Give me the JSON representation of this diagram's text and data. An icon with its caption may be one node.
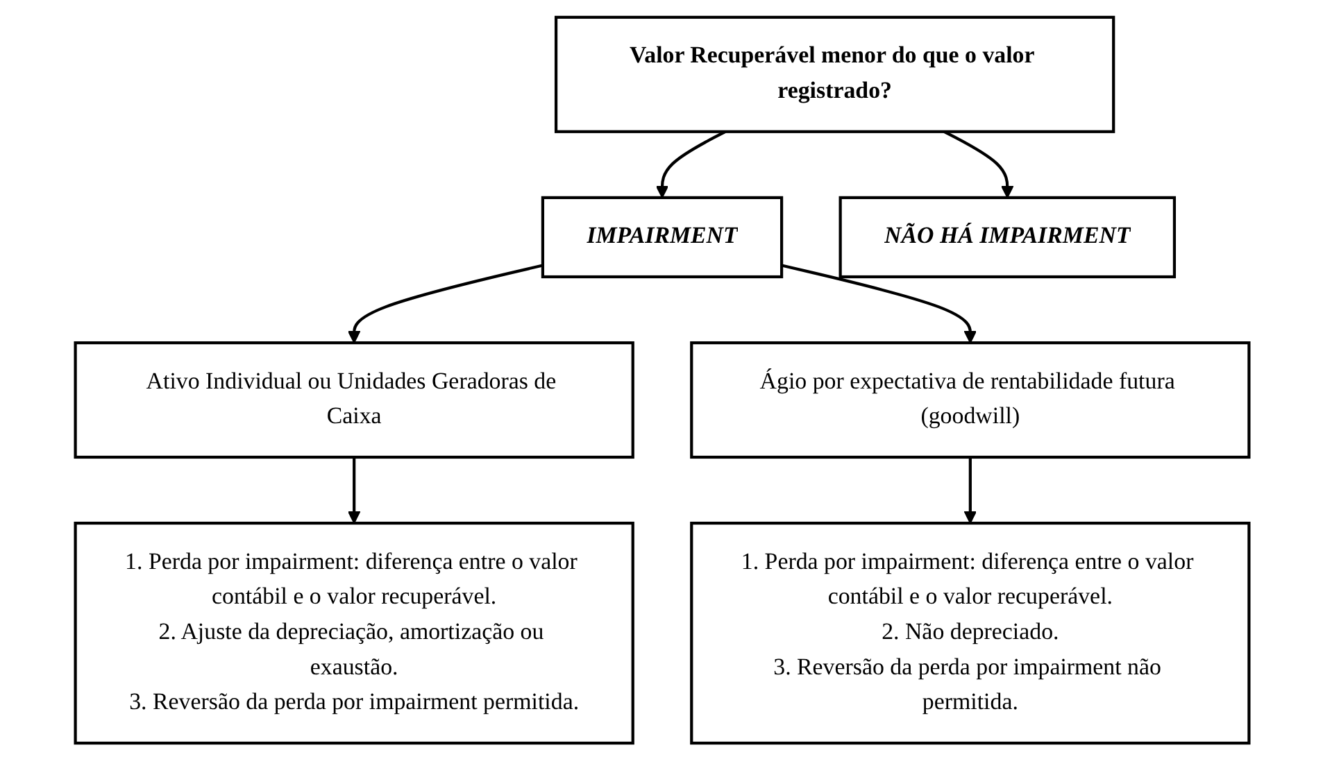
{
  "diagram": {
    "nodes": [
      {
        "text": [
          "Valor Recuperável menor do que o valor registrado?"
        ]
      },
      {
        "text": [
          "IMPAIRMENT"
        ]
      },
      {
        "text": [
          "Ativo Individual ou Unidades Geradoras de Caixa"
        ]
      },
      {
        "text": [
          "Ágio por expectativa de rentabilidade futura (goodwill)"
        ]
      },
      {
        "text": [
          "NÃO HÁ IMPAIRMENT"
        ]
      },
      {
        "text": [
          "1. Perda por impairment: diferença entre o valor contábil e o valor recuperável.",
          "2. Ajuste da depreciação, amortização ou exaustão.",
          "3. Reversão da perda por impairment permitida."
        ]
      },
      {
        "text": [
          "1. Perda por impairment: diferença entre o valor contábil e o valor recuperável.",
          "2. Não depreciado.",
          "3. Reversão da perda por impairment não permitida."
        ]
      }
    ],
    "edges": [
      {
        "from": 0,
        "to": 1,
        "arrow": "to"
      },
      {
        "from": 0,
        "to": 4,
        "arrow": "to"
      },
      {
        "from": 1,
        "to": 2,
        "arrow": "to"
      },
      {
        "from": 1,
        "to": 3,
        "arrow": "to"
      },
      {
        "from": 2,
        "to": 5,
        "arrow": "to"
      },
      {
        "from": 3,
        "to": 6,
        "arrow": "to"
      }
    ]
  }
}
